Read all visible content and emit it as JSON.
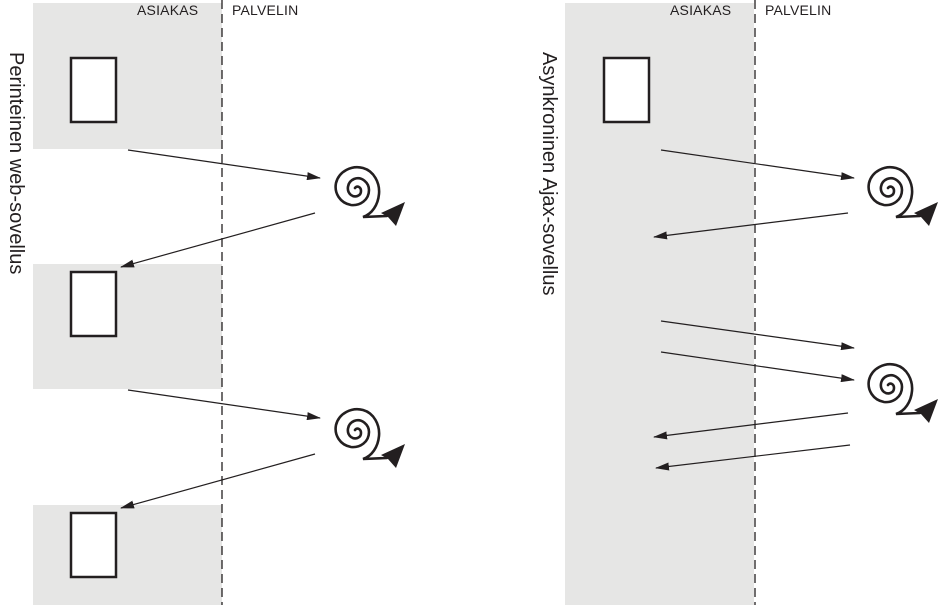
{
  "diagrams": [
    {
      "id": "traditional",
      "title": "Perinteinen web-sovellus",
      "client_label": "ASIAKAS",
      "server_label": "PALVELIN"
    },
    {
      "id": "ajax",
      "title": "Asynkroninen Ajax-sovellus",
      "client_label": "ASIAKAS",
      "server_label": "PALVELIN"
    }
  ],
  "colors": {
    "client_area": "#e6e6e5",
    "lines": "#231f20",
    "page_fill": "#ffffff"
  },
  "icons": {
    "page": "page-rectangle-icon",
    "processing": "spiral-processing-icon"
  }
}
